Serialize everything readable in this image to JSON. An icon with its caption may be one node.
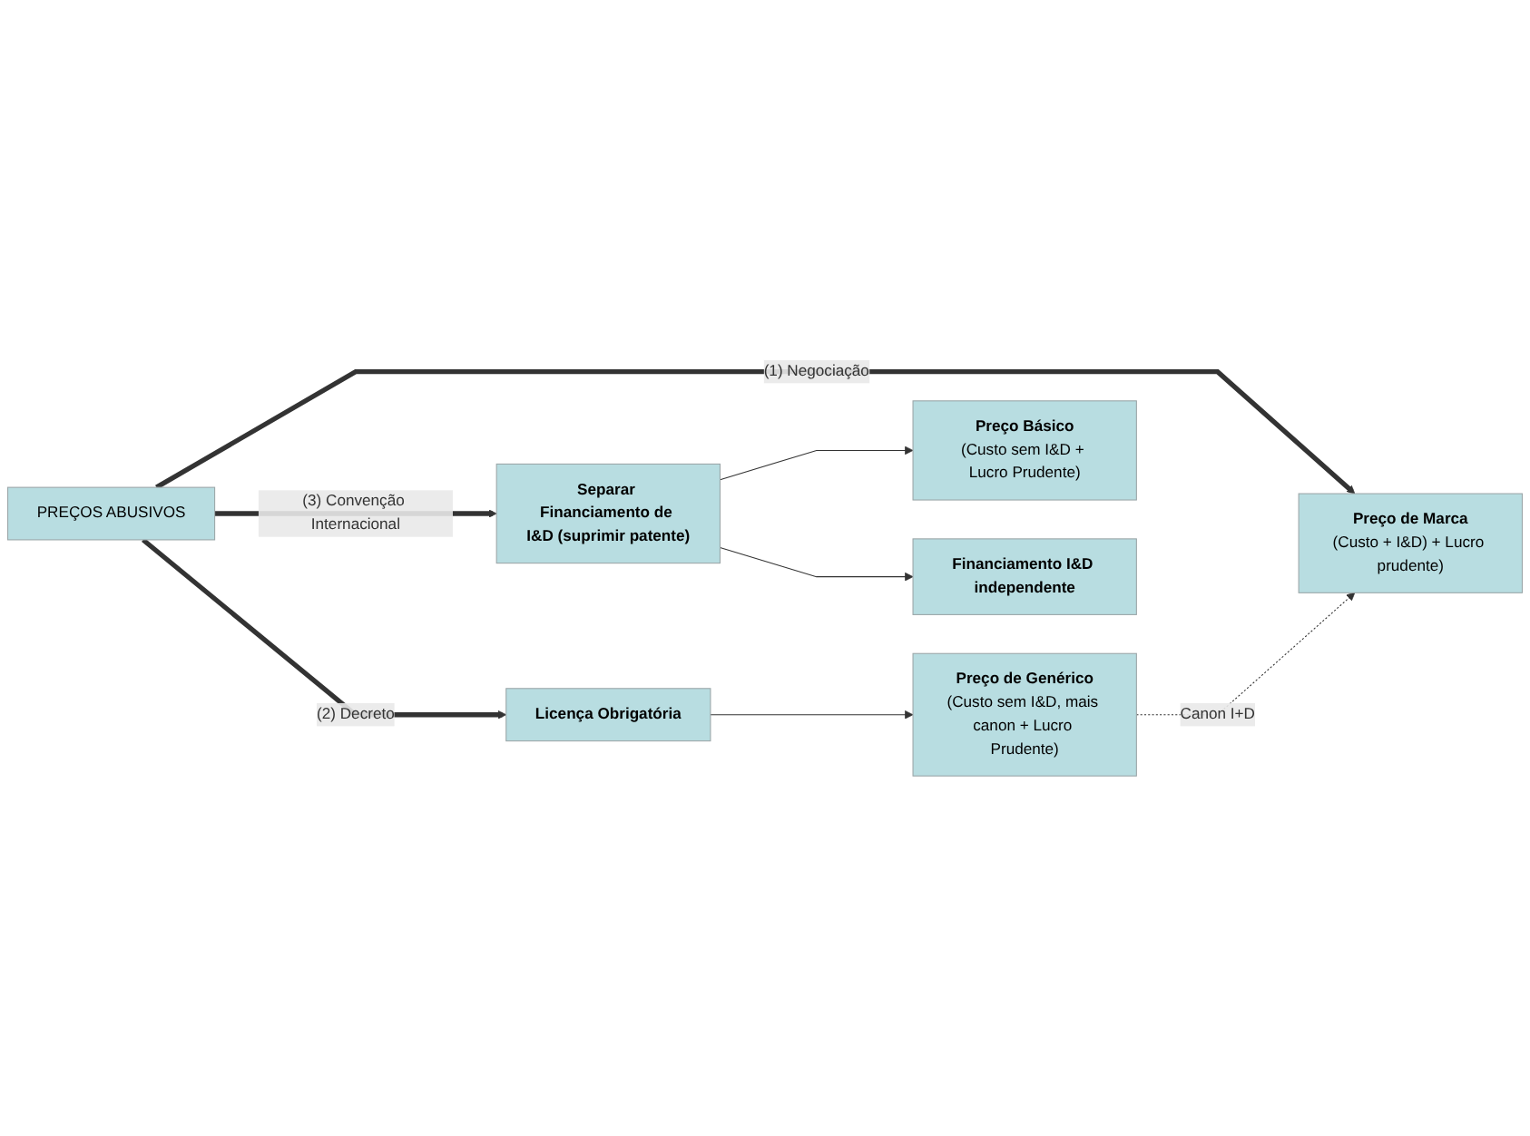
{
  "diagram": {
    "nodes": [
      {
        "text": [
          "PREÇOS ABUSIVOS"
        ]
      },
      {
        "text": [
          "Preço de Marca",
          "(Custo + I&D) + Lucro prudente)"
        ]
      },
      {
        "text": [
          "Licença Obrigatória"
        ]
      },
      {
        "text": [
          "Preço de Genérico",
          "(Custo sem I&D, mais canon + Lucro Prudente)"
        ]
      },
      {
        "text": [
          "Separar Financiamento de I&D (suprimir patente)"
        ]
      },
      {
        "text": [
          "Preço Básico",
          "(Custo sem I&D + Lucro Prudente)"
        ]
      },
      {
        "text": [
          "Financiamento I&D independente"
        ]
      }
    ],
    "edges": [
      {
        "from": 0,
        "to": 1,
        "arrow": "to",
        "label": "(1) Negociação",
        "style": "thick"
      },
      {
        "from": 0,
        "to": 2,
        "arrow": "to",
        "label": "(2) Decreto",
        "style": "thick"
      },
      {
        "from": 0,
        "to": 4,
        "arrow": "to",
        "label": "(3) Convenção Internacional",
        "style": "thick"
      },
      {
        "from": 2,
        "to": 3,
        "arrow": "to"
      },
      {
        "from": 3,
        "to": 1,
        "arrow": "to",
        "label": "Canon I+D",
        "style": "dashed"
      },
      {
        "from": 4,
        "to": 5,
        "arrow": "to"
      },
      {
        "from": 4,
        "to": 6,
        "arrow": "to"
      }
    ]
  }
}
